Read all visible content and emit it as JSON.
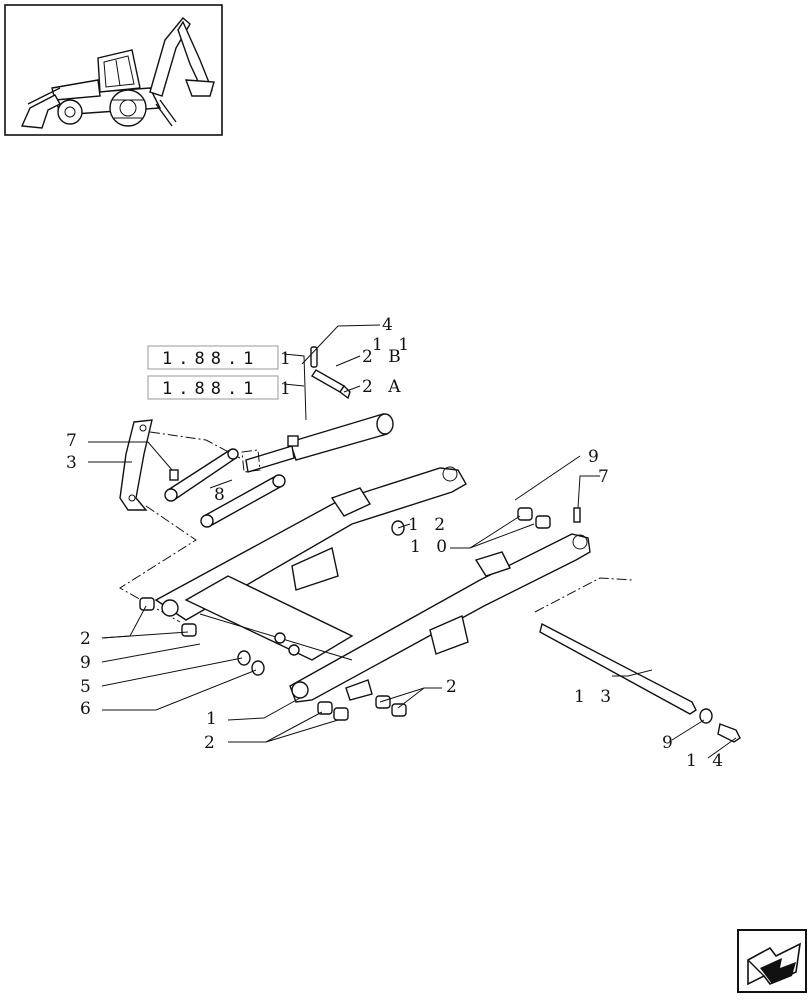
{
  "reference_labels": [
    {
      "text": "1.88.1"
    },
    {
      "text": "1.88.1"
    }
  ],
  "callouts": {
    "c4": "4",
    "c11": "1 1",
    "c2B": "2 B",
    "c2A": "2 A",
    "c1a": "1",
    "c1b": "1",
    "c7a": "7",
    "c3": "3",
    "c8": "8",
    "c12": "1 2",
    "c10": "1 0",
    "c9a": "9",
    "c7b": "7",
    "c2a": "2",
    "c9b": "9",
    "c5": "5",
    "c6": "6",
    "c1": "1",
    "c2b": "2",
    "c2c": "2",
    "c13": "1 3",
    "c9c": "9",
    "c14": "1 4"
  },
  "icons": {
    "thumbnail": "backhoe-loader-thumbnail-icon",
    "nav": "next-page-arrow-icon"
  }
}
